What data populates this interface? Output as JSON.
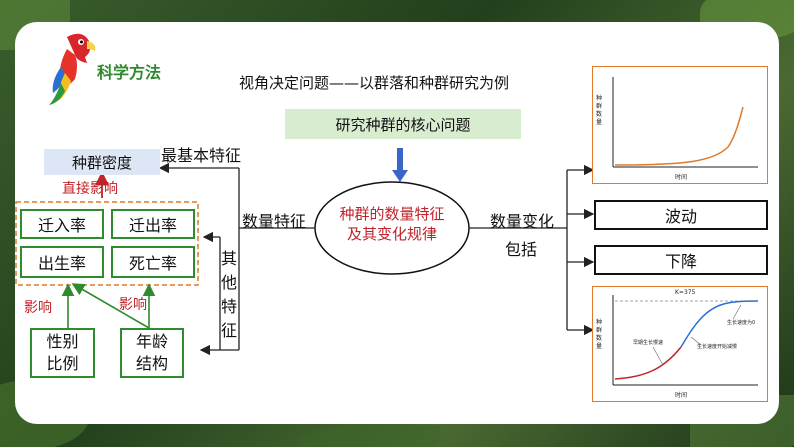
{
  "header": {
    "title": "科学方法"
  },
  "topic": {
    "heading": "视角决定问题——以群落和种群研究为例",
    "core_question": "研究种群的核心问题"
  },
  "center": {
    "text": "种群的数量特征及其变化规律"
  },
  "left": {
    "density": "种群密度",
    "basic_feature": "最基本特征",
    "direct_label": {
      "part1": "直接",
      "part2": "影响"
    },
    "cells": [
      "迁入率",
      "迁出率",
      "出生率",
      "死亡率"
    ],
    "quantity_feature": "数量特征",
    "other_feature": [
      "其",
      "他",
      "特",
      "征"
    ],
    "influence1": "影响",
    "influence2": "影响",
    "sex_ratio": [
      "性别",
      "比例"
    ],
    "age_structure": [
      "年龄",
      "结构"
    ]
  },
  "right": {
    "quantity_change": "数量变化",
    "includes": "包括",
    "fluctuation": "波动",
    "decline": "下降",
    "jcurve": {
      "ylabel": "种群数量",
      "xlabel": "时间"
    },
    "scurve": {
      "ylabel": "种群数量",
      "xlabel": "时间",
      "k_label": "K=375",
      "early": "早期生长慢速",
      "mid": "生长速度开始减慢",
      "zero": "生长速度为0"
    }
  },
  "colors": {
    "green": "#2e8b2e",
    "red": "#c0232a",
    "orange": "#e07a2a",
    "light_green_bg": "#d8ecd0",
    "light_blue_bg": "#dde6f4",
    "blue_arrow": "#3a66c8"
  },
  "icons": {
    "mascot": "parrot-icon"
  }
}
